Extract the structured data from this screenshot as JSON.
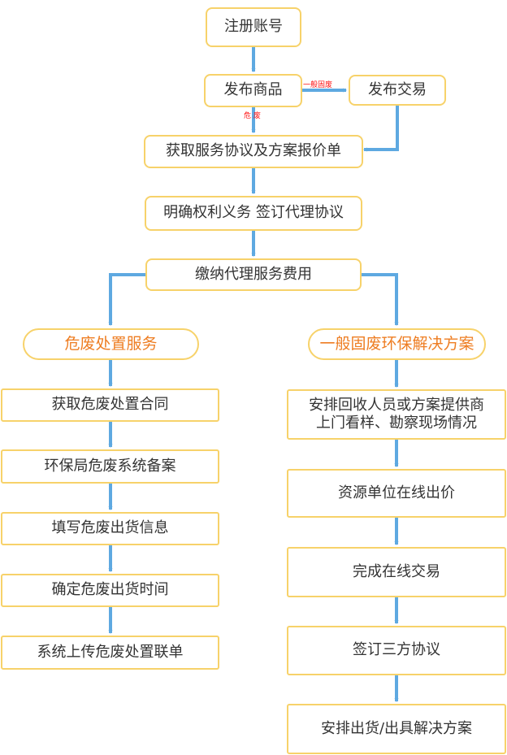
{
  "colors": {
    "node_border": "#f7d26a",
    "arrow": "#5ea9e1",
    "branch_title": "#ee7d22",
    "edge_label": "#ff1111",
    "text": "#333333"
  },
  "nodes": {
    "register": "注册账号",
    "publish_goods": "发布商品",
    "publish_trade": "发布交易",
    "service_agreement": "获取服务协议及方案报价单",
    "rights_obligations": "明确权利义务 签订代理协议",
    "pay_fee": "缴纳代理服务费用"
  },
  "edge_labels": {
    "general_waste": "一般固废",
    "hazardous_waste": "危 废"
  },
  "left_branch": {
    "title": "危废处置服务",
    "steps": [
      "获取危废处置合同",
      "环保局危废系统备案",
      "填写危废出货信息",
      "确定危废出货时间",
      "系统上传危废处置联单"
    ]
  },
  "right_branch": {
    "title": "一般固废环保解决方案",
    "steps": [
      "安排回收人员或方案提供商\n上门看样、勘察现场情况",
      "资源单位在线出价",
      "完成在线交易",
      "签订三方协议",
      "安排出货/出具解决方案"
    ]
  }
}
